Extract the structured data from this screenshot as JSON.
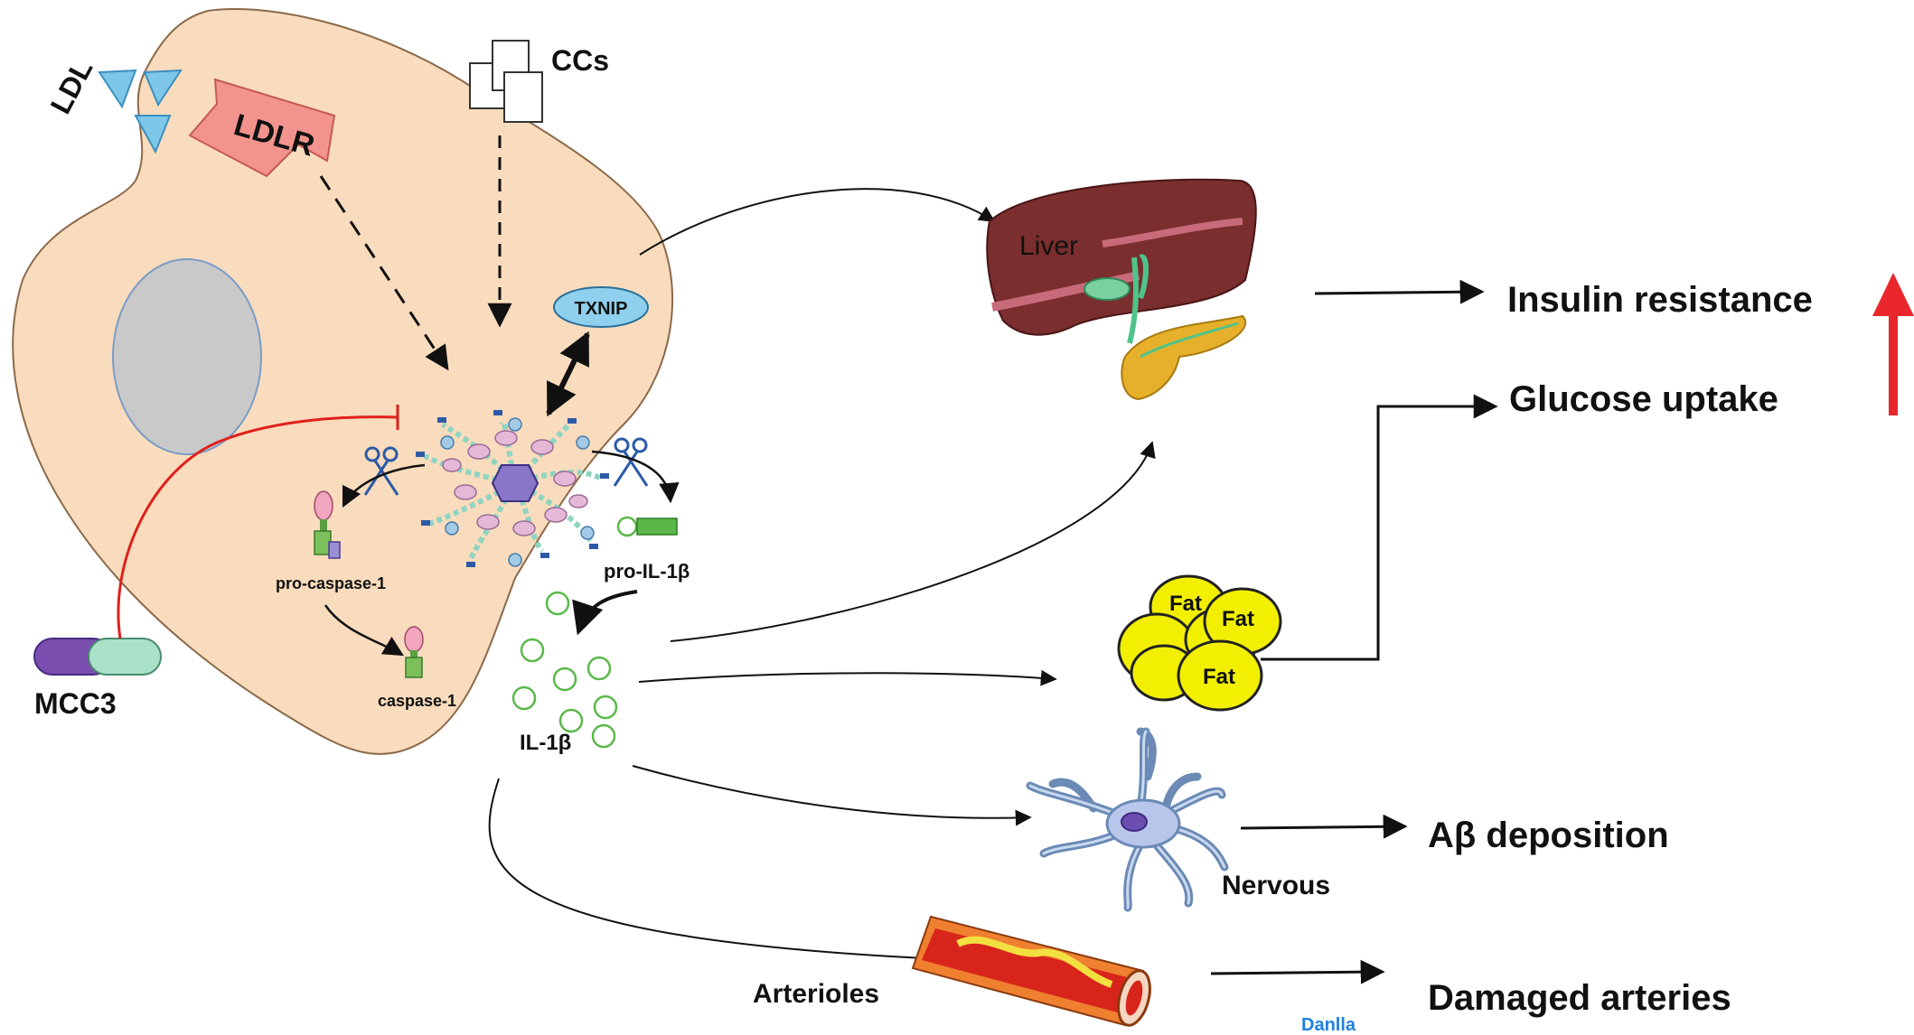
{
  "labels": {
    "ldl": "LDL",
    "ldlr": "LDLR",
    "ccs": "CCs",
    "txnip": "TXNIP",
    "pro_caspase": "pro-caspase-1",
    "caspase": "caspase-1",
    "pro_il1b": "pro-IL-1β",
    "il1b": "IL-1β",
    "mcc3": "MCC3",
    "liver": "Liver",
    "fat": "Fat",
    "nervous": "Nervous",
    "arterioles": "Arterioles",
    "insulin_resistance": "Insulin resistance",
    "glucose_uptake": "Glucose uptake",
    "ab_deposition": "Aβ deposition",
    "damaged_arteries": "Damaged arteries",
    "cut_text": "Danlla"
  },
  "colors": {
    "cell": "#f9dcbd",
    "nucleus": "#c9c9c9",
    "ldl": "#7fc7e8",
    "ldlr": "#f2938d",
    "txnip": "#8fd0ee",
    "inhibit": "#e0201b",
    "up_arrow": "#e8262c",
    "fat": "#f2f000",
    "il1b": "#5ab84a",
    "liver": "#7a2e2e",
    "artery": "#d8251b",
    "neuron": "#6b8ab5"
  },
  "icons": [
    "scissors-icon",
    "up-arrow-icon"
  ]
}
